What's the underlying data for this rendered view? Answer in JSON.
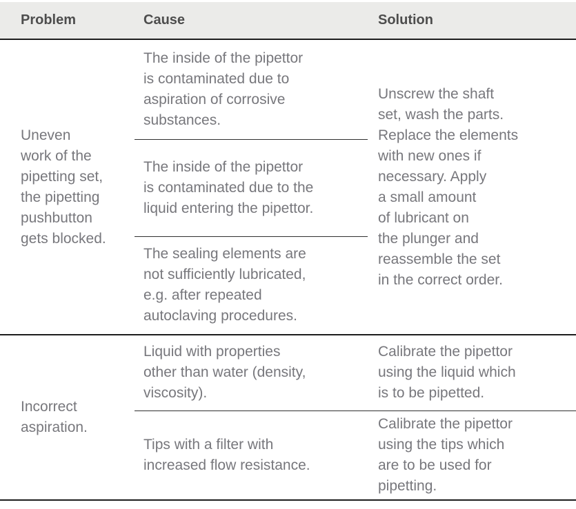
{
  "table": {
    "headers": {
      "problem": "Problem",
      "cause": "Cause",
      "solution": "Solution"
    },
    "colors": {
      "header_bg": "#ebebe9",
      "header_text": "#4d4d4d",
      "body_text": "#77777c",
      "rule_dark": "#1c1c1c",
      "rule_thin": "#2e2e2e"
    },
    "sections": [
      {
        "problem": "Uneven\nwork of the\npipetting set,\nthe pipetting\npushbutton\ngets blocked.",
        "causes": [
          "The inside of the pipettor\nis contaminated due to\naspiration of corrosive\nsubstances.",
          "The inside of the pipettor\nis contaminated due to the\nliquid entering the pipettor.",
          "The sealing elements are\nnot sufficiently lubricated,\ne.g. after repeated\nautoclaving procedures."
        ],
        "solution": "Unscrew the shaft\nset, wash the parts.\nReplace the elements\nwith new ones if\nnecessary. Apply\na small amount\nof lubricant on\nthe plunger and\nreassemble the set\nin the correct order."
      },
      {
        "problem": "Incorrect\naspiration.",
        "rows": [
          {
            "cause": "Liquid with properties\nother than water (density,\nviscosity).",
            "solution": "Calibrate the pipettor\nusing the liquid which\nis to be pipetted."
          },
          {
            "cause": "Tips with a filter with\nincreased flow resistance.",
            "solution": "Calibrate the pipettor\nusing the tips which\nare to be used for\npipetting."
          }
        ]
      }
    ]
  }
}
